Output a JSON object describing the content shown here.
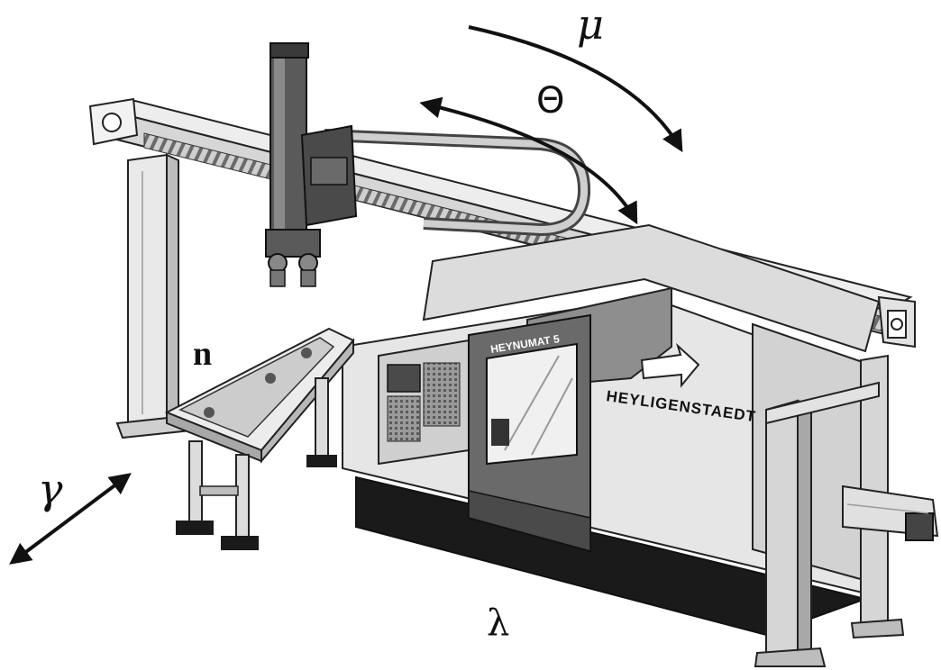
{
  "labels": {
    "mu": "μ",
    "theta": "Θ",
    "n": "n",
    "gamma": "γ",
    "lambda": "λ"
  },
  "machine": {
    "brand_panel": "HEYLIGENSTAEDT",
    "door_logo": "HEYNUMAT 5"
  },
  "colors": {
    "line": "#222222",
    "body_light": "#e6e6e6",
    "body_mid": "#bdbdbd",
    "body_dark": "#555555",
    "base": "#1a1a1a"
  }
}
